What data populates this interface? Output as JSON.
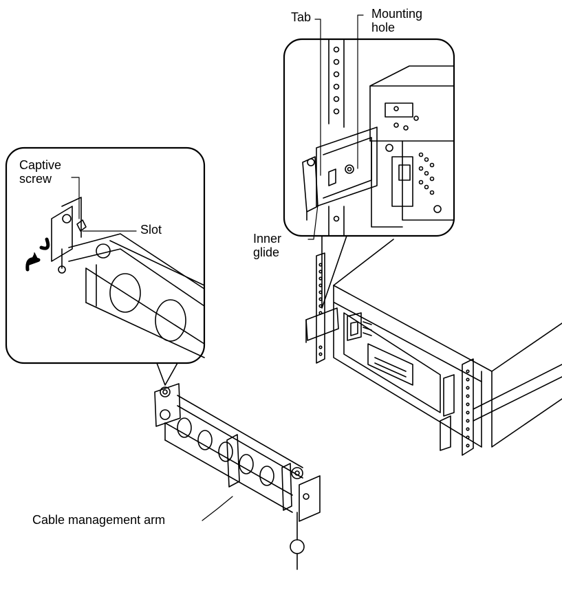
{
  "labels": {
    "tab": "Tab",
    "mounting_hole": "Mounting\nhole",
    "captive_screw": "Captive\nscrew",
    "slot": "Slot",
    "inner_glide": "Inner\nglide",
    "cable_management_arm": "Cable management arm"
  }
}
